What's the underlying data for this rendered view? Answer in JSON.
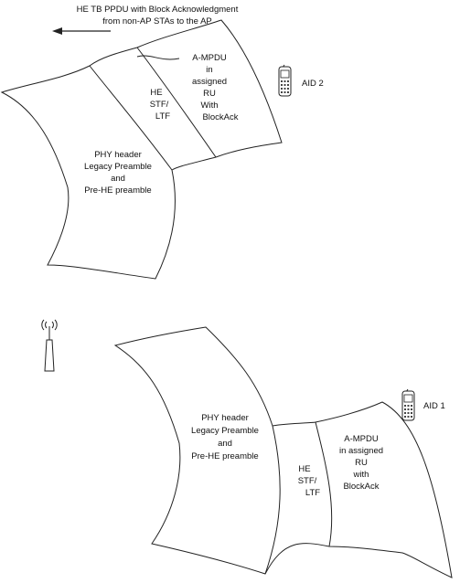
{
  "title_lines": [
    "HE TB PPDU with Block Acknowledgment",
    "from non-AP STAs to the AP"
  ],
  "upper_flag": {
    "phy_header_lines": [
      "PHY header",
      "Legacy Preamble",
      "and",
      "Pre-HE preamble"
    ],
    "he_stf_ltf_lines": [
      "HE",
      "STF/",
      "LTF"
    ],
    "ampdu_lines": [
      "A-MPDU",
      "in",
      "assigned",
      "RU",
      "With",
      "BlockAck"
    ],
    "station_label": "AID 2"
  },
  "lower_flag": {
    "phy_header_lines": [
      "PHY header",
      "Legacy Preamble",
      "and",
      "Pre-HE preamble"
    ],
    "he_stf_ltf_lines": [
      "HE",
      "STF/",
      "LTF"
    ],
    "ampdu_lines": [
      "A-MPDU",
      "in assigned",
      "RU",
      "with",
      "BlockAck"
    ],
    "station_label": "AID 1"
  },
  "icons": {
    "access_point": "antenna-tower-icon",
    "station": "mobile-phone-icon"
  },
  "colors": {
    "line": "#222222",
    "background": "#ffffff"
  }
}
